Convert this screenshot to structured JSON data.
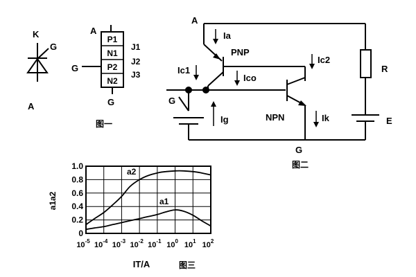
{
  "figure1": {
    "symbol_labels": {
      "k": "K",
      "a": "A",
      "g": "G"
    },
    "caption": "图一"
  },
  "structure": {
    "layers": [
      "P1",
      "N1",
      "P2",
      "N2"
    ],
    "junctions": [
      "J1",
      "J2",
      "J3"
    ],
    "a_label": "A",
    "g_left": "G",
    "g_bottom": "G"
  },
  "figure2": {
    "caption": "图二",
    "labels": {
      "a": "A",
      "ia": "Ia",
      "pnp": "PNP",
      "ic1": "Ic1",
      "ico": "Ico",
      "ic2": "Ic2",
      "r": "R",
      "g_switch": "G",
      "ig": "Ig",
      "npn": "NPN",
      "ik": "Ik",
      "e": "E",
      "g_bottom": "G"
    }
  },
  "chart_data": {
    "type": "line",
    "caption": "图三",
    "xlabel": "IT/A",
    "ylabel": "a1a2",
    "xscale": "log",
    "xlim": [
      1e-05,
      100
    ],
    "ylim": [
      0,
      1.0
    ],
    "x_ticks": [
      {
        "base": "10",
        "exp": "-5"
      },
      {
        "base": "10",
        "exp": "-4"
      },
      {
        "base": "10",
        "exp": "-3"
      },
      {
        "base": "10",
        "exp": "-2"
      },
      {
        "base": "10",
        "exp": "-1"
      },
      {
        "base": "10",
        "exp": "0"
      },
      {
        "base": "10",
        "exp": "1"
      },
      {
        "base": "10",
        "exp": "2"
      }
    ],
    "y_ticks": [
      "0",
      "0.2",
      "0.4",
      "0.6",
      "0.8",
      "1.0"
    ],
    "y_tick_values": [
      0,
      0.2,
      0.4,
      0.6,
      0.8,
      1.0
    ],
    "grid": true,
    "series": [
      {
        "name": "a2",
        "x": [
          1e-05,
          3e-05,
          0.0001,
          0.0003,
          0.001,
          0.003,
          0.01,
          0.03,
          0.1,
          0.3,
          1,
          3,
          10,
          30,
          100
        ],
        "y": [
          0.13,
          0.22,
          0.31,
          0.42,
          0.55,
          0.7,
          0.8,
          0.86,
          0.9,
          0.92,
          0.93,
          0.93,
          0.92,
          0.9,
          0.87
        ]
      },
      {
        "name": "a1",
        "x": [
          1e-05,
          3e-05,
          0.0001,
          0.0003,
          0.001,
          0.003,
          0.01,
          0.03,
          0.1,
          0.3,
          1,
          3,
          10,
          30,
          100
        ],
        "y": [
          0.06,
          0.08,
          0.1,
          0.13,
          0.16,
          0.19,
          0.22,
          0.25,
          0.28,
          0.32,
          0.35,
          0.33,
          0.27,
          0.19,
          0.11
        ]
      }
    ]
  }
}
